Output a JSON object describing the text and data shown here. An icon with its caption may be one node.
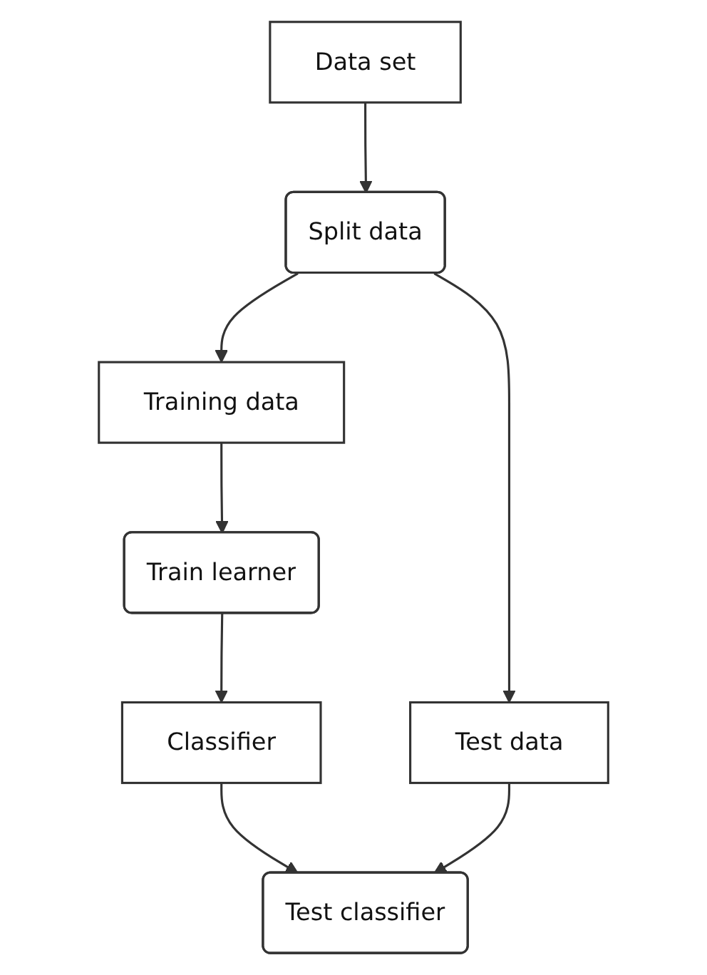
{
  "diagram": {
    "nodes": [
      {
        "text": [
          "Data set"
        ]
      },
      {
        "text": [
          "Training data"
        ]
      },
      {
        "text": [
          "Split data"
        ]
      },
      {
        "text": [
          "Train learner"
        ]
      },
      {
        "text": [
          "Classifier"
        ]
      },
      {
        "text": [
          "Test data"
        ]
      },
      {
        "text": [
          "Test classifier"
        ]
      }
    ],
    "edges": [
      {
        "from": 0,
        "to": 2,
        "arrow": "to"
      },
      {
        "from": 2,
        "to": 1,
        "arrow": "to"
      },
      {
        "from": 1,
        "to": 3,
        "arrow": "to"
      },
      {
        "from": 3,
        "to": 4,
        "arrow": "to"
      },
      {
        "from": 2,
        "to": 5,
        "arrow": "to"
      },
      {
        "from": 4,
        "to": 6,
        "arrow": "to"
      },
      {
        "from": 5,
        "to": 6,
        "arrow": "to"
      }
    ]
  }
}
